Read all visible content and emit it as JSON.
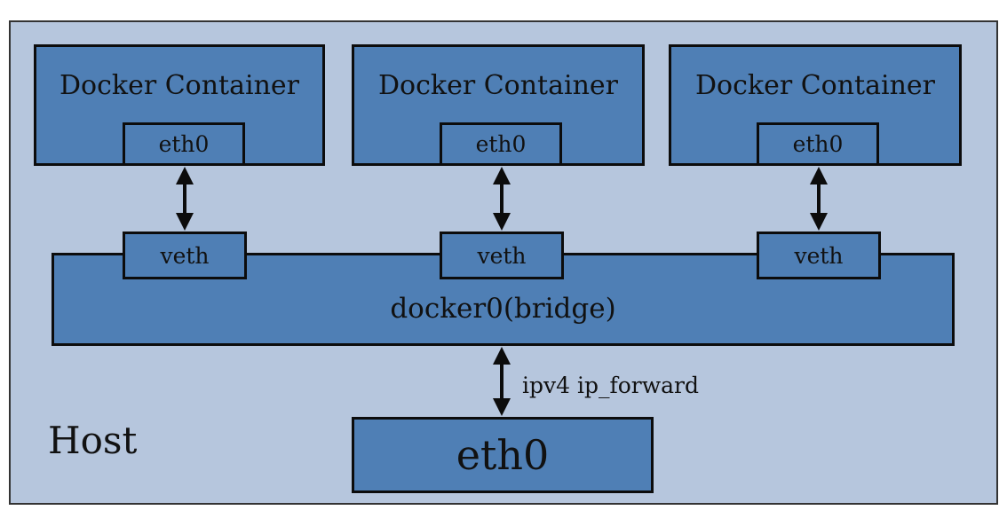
{
  "containers": [
    {
      "title": "Docker Container",
      "iface": "eth0",
      "veth": "veth"
    },
    {
      "title": "Docker Container",
      "iface": "eth0",
      "veth": "veth"
    },
    {
      "title": "Docker Container",
      "iface": "eth0",
      "veth": "veth"
    }
  ],
  "bridge": {
    "label": "docker0(bridge)"
  },
  "host": {
    "label": "Host",
    "iface": "eth0"
  },
  "forward": {
    "label": "ipv4 ip_forward"
  },
  "colors": {
    "host_bg": "#b6c6dd",
    "box_fill": "#4f7fb5",
    "border": "#0c0c0c"
  }
}
